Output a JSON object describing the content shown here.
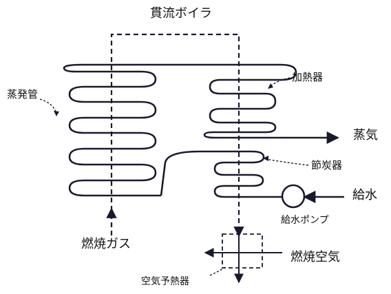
{
  "title": "貫流ボイラ",
  "labels": {
    "evaporator_tube": "蒸発管",
    "superheater": "加熱器",
    "steam": "蒸気",
    "economizer": "節炭器",
    "feed_water": "給水",
    "feed_pump": "給水ポンプ",
    "combustion_gas": "燃焼ガス",
    "combustion_air": "燃焼空気",
    "air_preheater": "空気予熱器"
  },
  "colors": {
    "line": "#1a1a2e",
    "text": "#111111"
  },
  "icons": [
    "pump-icon",
    "dashed-flow-arrow",
    "arrowhead"
  ]
}
